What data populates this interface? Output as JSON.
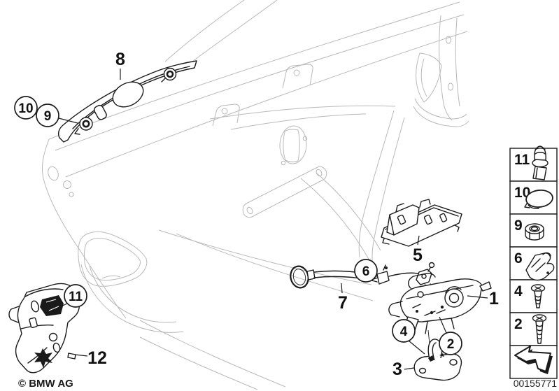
{
  "colors": {
    "background": "#ffffff",
    "part_line": "#1a1a1a",
    "context_line": "#b9b9b9",
    "text": "#111111"
  },
  "callouts": {
    "n1": "1",
    "n2": "2",
    "n3": "3",
    "n4": "4",
    "n5": "5",
    "n6": "6",
    "n7": "7",
    "n8": "8",
    "n9": "9",
    "n10": "10",
    "n11": "11",
    "n12": "12"
  },
  "legend": {
    "items": [
      {
        "label": "11",
        "part": "expansion-rivet"
      },
      {
        "label": "10",
        "part": "blanking-plug"
      },
      {
        "label": "9",
        "part": "hex-nut"
      },
      {
        "label": "6",
        "part": "spring-clip"
      },
      {
        "label": "4",
        "part": "countersunk-screw-short"
      },
      {
        "label": "2",
        "part": "countersunk-screw-long"
      }
    ]
  },
  "footer": {
    "copyright": "© BMW AG",
    "document_number": "00155771"
  }
}
